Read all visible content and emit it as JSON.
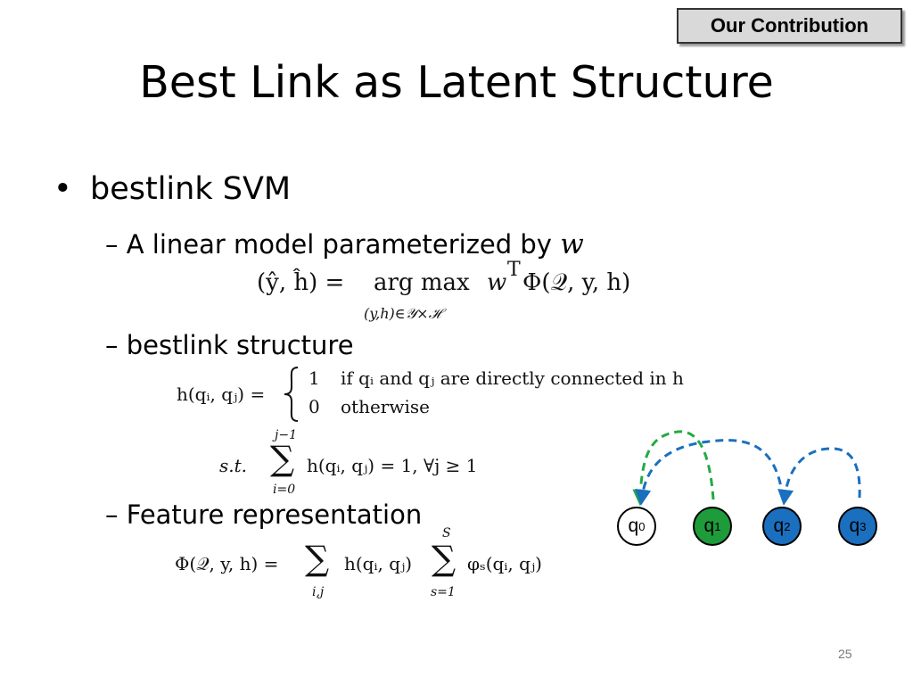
{
  "badge": "Our Contribution",
  "title": "Best Link as Latent Structure",
  "bullet": {
    "marker": "•",
    "text": "bestlink SVM"
  },
  "sub1": {
    "dash": "–",
    "text": "A linear model parameterized by",
    "var": "w"
  },
  "eq1": {
    "lhs": "(ŷ, ĥ) =",
    "op": "arg max",
    "under": "(y,h)∈𝒴×ℋ",
    "rhs_w": "w",
    "rhs_T": "T",
    "rhs": "Φ(𝒬, y, h)"
  },
  "sub2": {
    "dash": "–",
    "text": "bestlink structure"
  },
  "eq2": {
    "lhs": "h(qᵢ, qⱼ) =",
    "case1_val": "1",
    "case1_cond": "if qᵢ and qⱼ are directly connected in h",
    "case2_val": "0",
    "case2_cond": "otherwise"
  },
  "eq3": {
    "st": "s.t.",
    "sum_top": "j−1",
    "sum_sym": "∑",
    "sum_bottom": "i=0",
    "expr": "h(qᵢ, qⱼ) = 1, ∀j ≥ 1"
  },
  "sub3": {
    "dash": "–",
    "text": "Feature representation"
  },
  "eq4": {
    "lhs": "Φ(𝒬, y, h) =",
    "sum1_sym": "∑",
    "sum1_bottom": "i,j",
    "mid": "h(qᵢ, qⱼ)",
    "sum2_top": "S",
    "sum2_sym": "∑",
    "sum2_bottom": "s=1",
    "rhs": "φₛ(qᵢ, qⱼ)"
  },
  "diagram": {
    "nodes": [
      {
        "base": "q",
        "sub": "0",
        "fill": "#ffffff"
      },
      {
        "base": "q",
        "sub": "1",
        "fill": "#1e9b3a"
      },
      {
        "base": "q",
        "sub": "2",
        "fill": "#1a6fbf"
      },
      {
        "base": "q",
        "sub": "3",
        "fill": "#1a6fbf"
      }
    ],
    "green": "#22aa44",
    "blue": "#1a6fbf"
  },
  "page_number": "25"
}
